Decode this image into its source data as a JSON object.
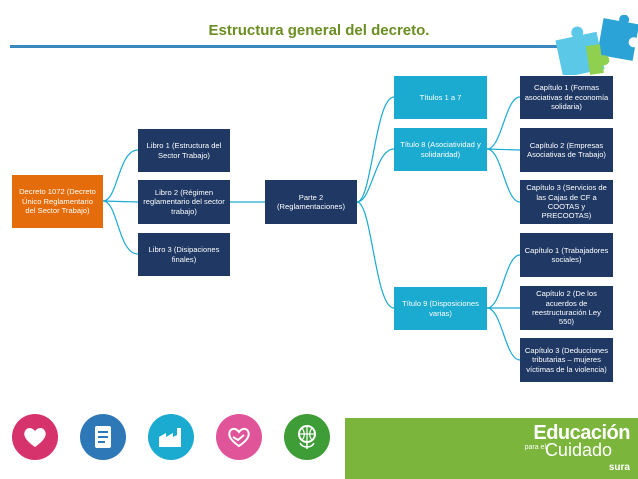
{
  "title": "Estructura general del decreto.",
  "nodes": {
    "root": "Decreto 1072  (Decreto Único Reglamentario del Sector Trabajo)",
    "libro1": "Libro 1 (Estructura del Sector Trabajo)",
    "libro2": "Libro 2  (Régimen reglamentario del sector trabajo)",
    "libro3": "Libro 3 (Disipaciones finales)",
    "parte2": "Parte 2 (Reglamentaciones)",
    "titulos17": "Títulos 1 a  7",
    "titulo8": "Título 8 (Asociatividad y solidaridad)",
    "titulo9": "Título 9 (Disposiciones varias)",
    "t8c1": "Capítulo 1 (Formas asociativas de economía solidaria)",
    "t8c2": "Capítulo 2 (Empresas Asociativas de Trabajo)",
    "t8c3": "Capítulo 3 (Servicios de las Cajas de CF a COOTAS y PRECOOTAS)",
    "t9c1": "Capítulo 1 (Trabajadores sociales)",
    "t9c2": "Capítulo 2 (De los acuerdos de reestructuración Ley 550)",
    "t9c3": "Capítulo 3 (Deducciones tributarias – mujeres víctimas de la violencia)"
  },
  "footer": {
    "brand_line1": "Educación",
    "brand_small": "para el",
    "brand_line2": "Cuidado",
    "brand_line3": "sura"
  },
  "colors": {
    "navy": "#1f3864",
    "orange": "#e46c0a",
    "teal": "#1baad0",
    "connector": "#1baad0",
    "title": "#6b8e23",
    "rule": "#3a88c0",
    "brand": "#7bb53b"
  },
  "icons": [
    "puzzle-icon",
    "heart-icon",
    "notebook-icon",
    "factory-icon",
    "handshake-heart-icon",
    "globe-plant-icon"
  ]
}
